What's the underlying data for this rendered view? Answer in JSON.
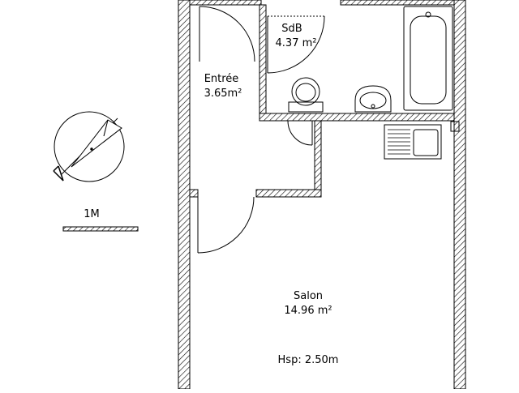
{
  "rooms": [
    {
      "id": "sdb",
      "name": "SdB",
      "area": "4.37 m²"
    },
    {
      "id": "entree",
      "name": "Entrée",
      "area": "3.65m²"
    },
    {
      "id": "salon",
      "name": "Salon",
      "area": "14.96 m²"
    }
  ],
  "ceiling_height": "Hsp: 2.50m",
  "scale_label": "1M",
  "colors": {
    "wall_hatch": "#000000",
    "background": "#ffffff",
    "line": "#000000"
  },
  "icons": [
    "north-arrow-icon",
    "bathtub-icon",
    "toilet-icon",
    "washbasin-icon",
    "kitchen-sink-icon",
    "door-swing-icon"
  ]
}
